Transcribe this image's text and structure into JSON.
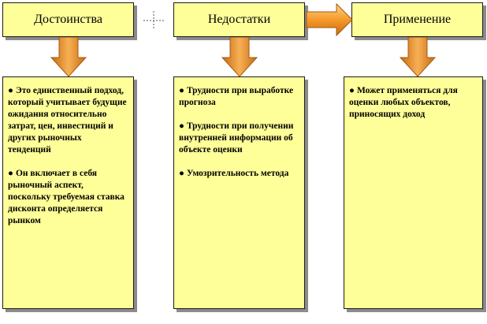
{
  "headers": {
    "advantages": "Достоинства",
    "disadvantages": "Недостатки",
    "application": "Применение"
  },
  "bullet_glyph": "●",
  "advantages_items": [
    "Это единственный подход, который учитывает будущие ожидания относительно затрат, цен, инвестиций и других рыночных тенденций",
    "Он включает в себя рыночный аспект, поскольку требуемая ставка дисконта определяется рынком"
  ],
  "disadvantages_items": [
    "Трудности при выработке прогноза",
    "Трудности при получении внутренней информации об объекте оценки",
    "Умозрительность метода"
  ],
  "application_items": [
    "Может применяться для оценки любых объектов, приносящих доход"
  ],
  "colors": {
    "box_fill": "#ffff99",
    "arrow_fill": "#f59a2a",
    "shadow": "#8c8c8c"
  }
}
